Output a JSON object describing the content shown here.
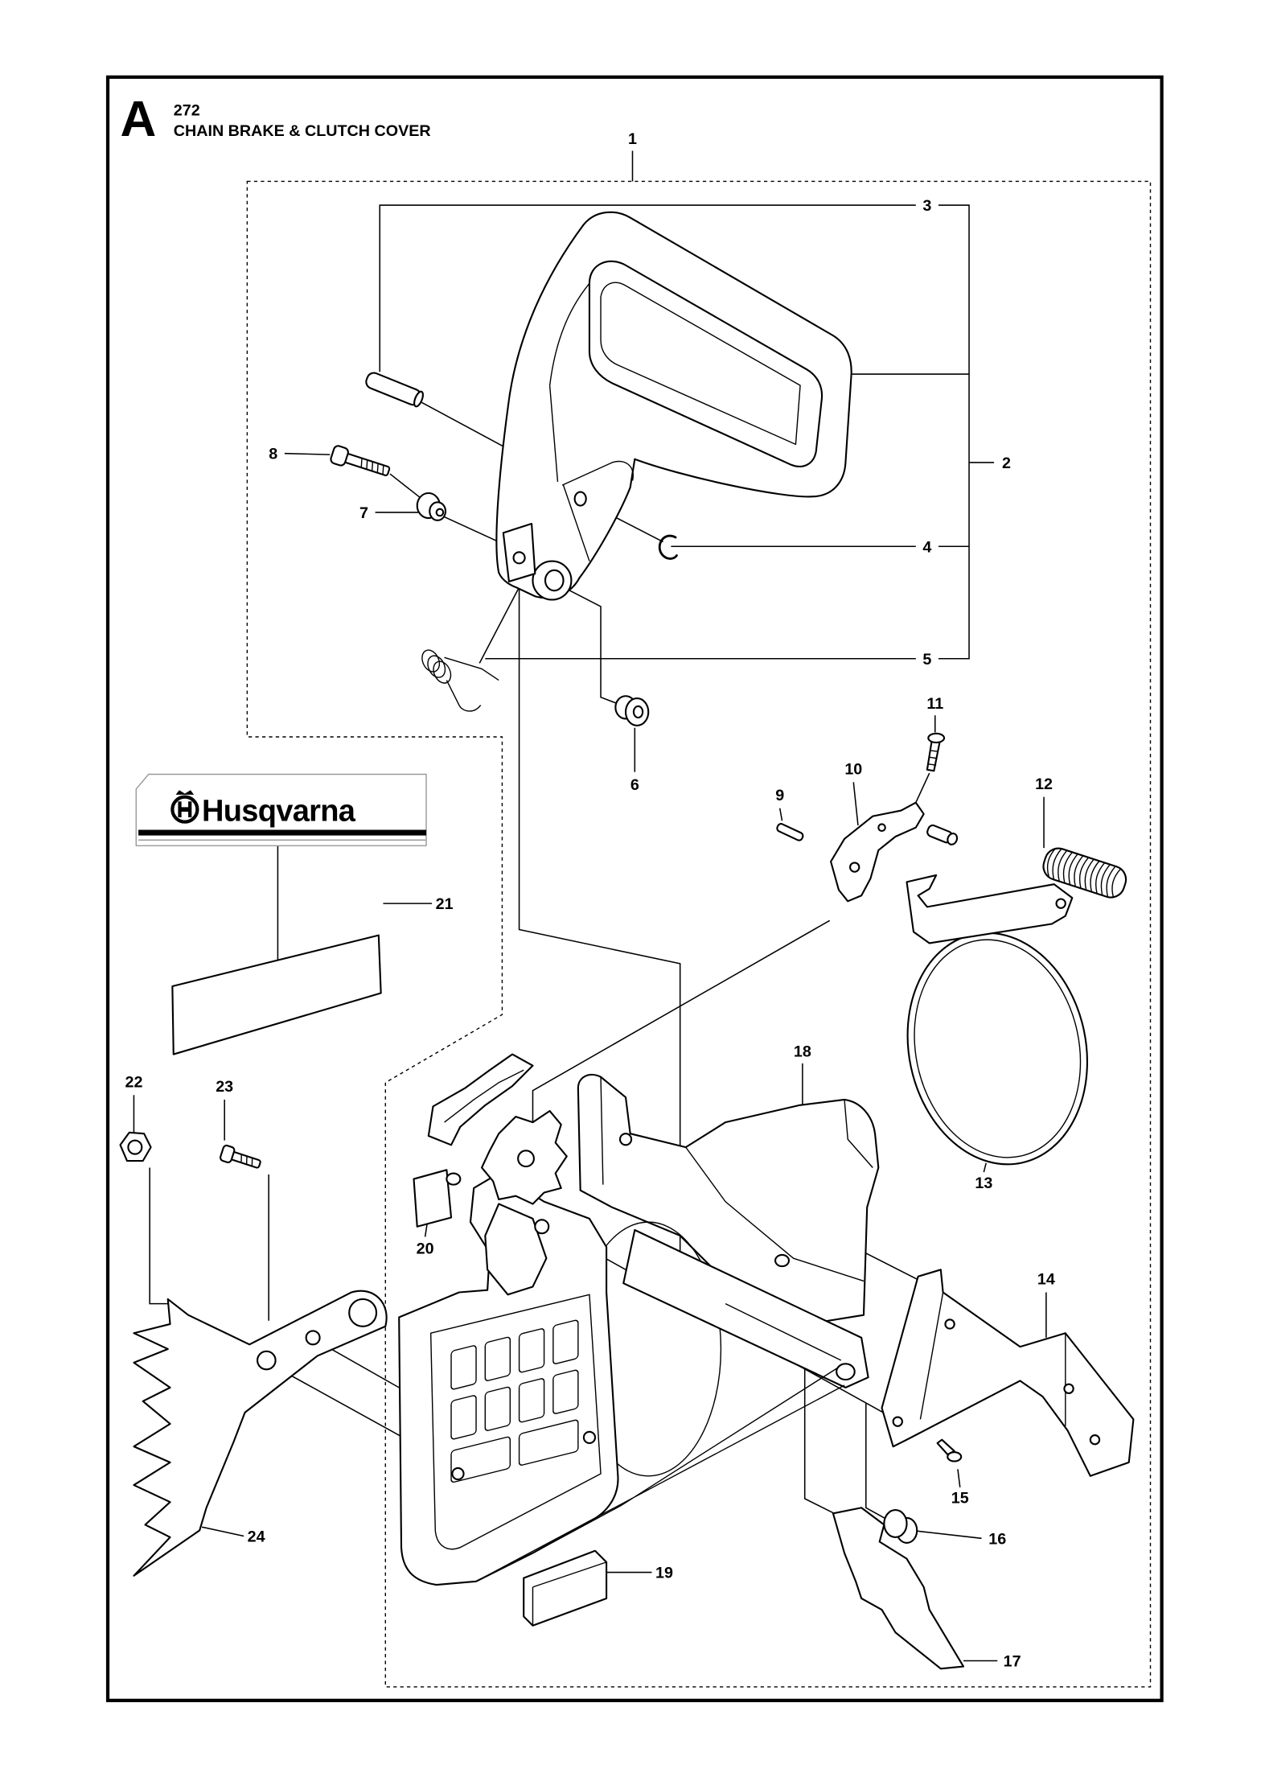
{
  "page": {
    "letter": "A",
    "model": "272",
    "title": "CHAIN BRAKE & CLUTCH COVER"
  },
  "logo": {
    "text": "Husqvarna",
    "icon": "husqvarna-crown-icon"
  },
  "callouts": [
    "1",
    "2",
    "3",
    "4",
    "5",
    "6",
    "7",
    "8",
    "9",
    "10",
    "11",
    "12",
    "13",
    "14",
    "15",
    "16",
    "17",
    "18",
    "19",
    "20",
    "21",
    "22",
    "23",
    "24"
  ],
  "colors": {
    "line": "#000000",
    "background": "#ffffff"
  }
}
